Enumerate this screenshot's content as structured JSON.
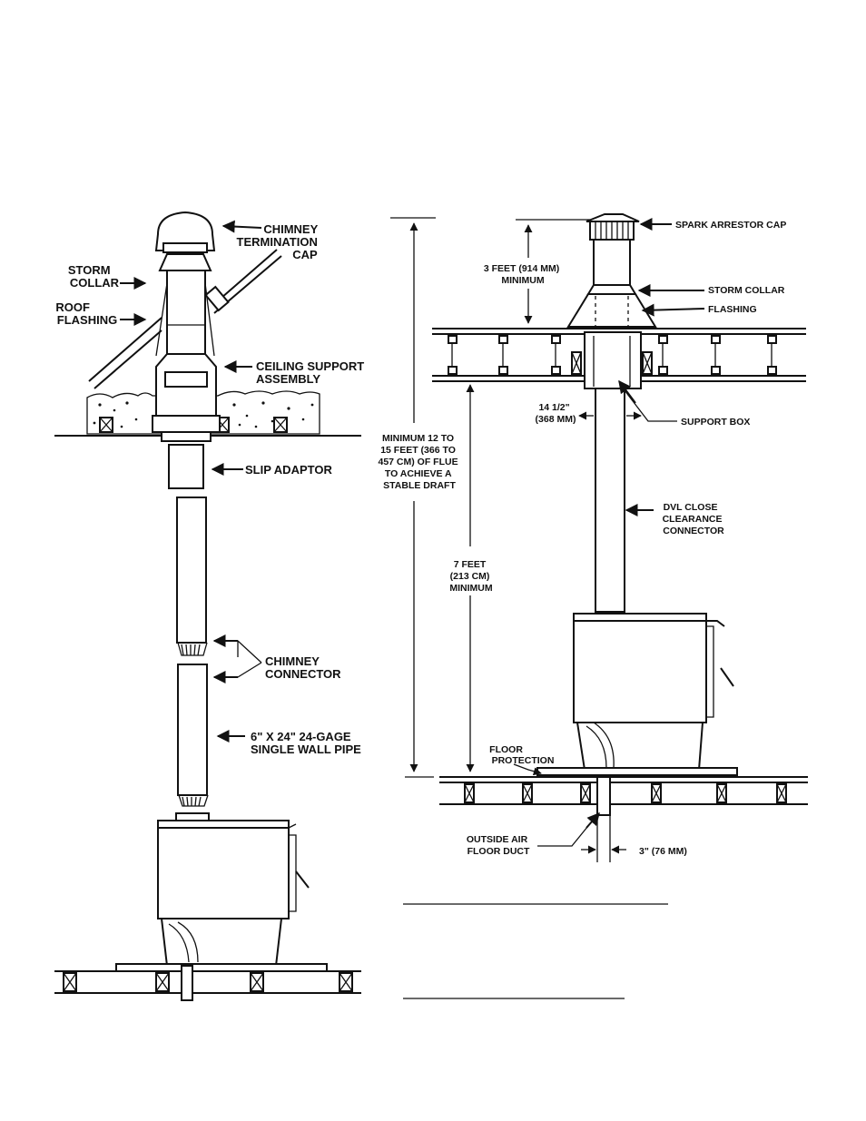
{
  "left_labels": {
    "chimney_termination_cap": [
      "CHIMNEY",
      "TERMINATION",
      "CAP"
    ],
    "storm_collar": [
      "STORM",
      "COLLAR"
    ],
    "roof_flashing": [
      "ROOF",
      "FLASHING"
    ],
    "ceiling_support_assembly": [
      "CEILING SUPPORT",
      "ASSEMBLY"
    ],
    "slip_adaptor": "SLIP ADAPTOR",
    "chimney_connector": [
      "CHIMNEY",
      "CONNECTOR"
    ],
    "single_wall_pipe": [
      "6\" X 24\" 24-GAGE",
      "SINGLE WALL PIPE"
    ]
  },
  "right_labels": {
    "spark_arrestor_cap": "SPARK ARRESTOR CAP",
    "min_height": [
      "3 FEET (914 MM)",
      "MINIMUM"
    ],
    "storm_collar": "STORM COLLAR",
    "flashing": "FLASHING",
    "box_width": [
      "14 1/2\"",
      "(368 MM)"
    ],
    "support_box": "SUPPORT BOX",
    "flue_length": [
      "MINIMUM 12 TO",
      "15 FEET (366 TO",
      "457 CM) OF FLUE",
      "TO ACHIEVE A",
      "STABLE DRAFT"
    ],
    "dvl_connector": [
      "DVL CLOSE",
      "CLEARANCE",
      "CONNECTOR"
    ],
    "ceiling_height": [
      "7 FEET",
      "(213 CM)",
      "MINIMUM"
    ],
    "floor_protection": [
      "FLOOR",
      "PROTECTION"
    ],
    "outside_air": [
      "OUTSIDE AIR",
      "FLOOR DUCT"
    ],
    "duct_width": "3\" (76 MM)"
  }
}
